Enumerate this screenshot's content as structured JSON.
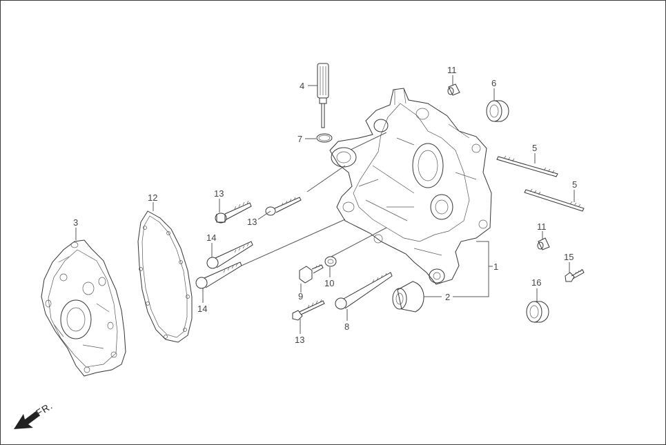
{
  "labels": {
    "p1": "1",
    "p2": "2",
    "p3": "3",
    "p4": "4",
    "p5a": "5",
    "p5b": "5",
    "p6": "6",
    "p7": "7",
    "p8": "8",
    "p9": "9",
    "p10": "10",
    "p11a": "11",
    "p11b": "11",
    "p12": "12",
    "p13a": "13",
    "p13b": "13",
    "p13c": "13",
    "p14a": "14",
    "p14b": "14",
    "p15": "15",
    "p16": "16"
  },
  "direction": {
    "text": "FR.",
    "icon": "front-direction-arrow-icon"
  },
  "colors": {
    "line": "#333333",
    "label": "#444444",
    "background": "#ffffff"
  }
}
